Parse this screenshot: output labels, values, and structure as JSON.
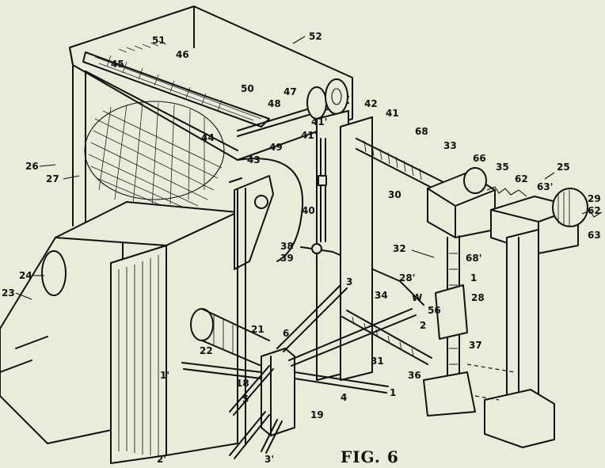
{
  "figure_label": "FIG. 6",
  "labels": {
    "l52": "52",
    "l51": "51",
    "l45": "45",
    "l46": "46",
    "l50": "50",
    "l47": "47",
    "l48": "48",
    "l42": "42",
    "l41": "41",
    "l41p": "41'",
    "l41pp": "41'",
    "l44": "44",
    "l49": "49",
    "l43": "43",
    "l68": "68",
    "l33": "33",
    "l66": "66",
    "l35": "35",
    "l62": "62",
    "l25": "25",
    "l63p": "63'",
    "l29": "29",
    "l62b": "62",
    "l63": "63",
    "l30": "30",
    "l26": "26",
    "l27": "27",
    "l40": "40",
    "l38": "38",
    "l39": "39",
    "l32": "32",
    "l68p": "68'",
    "l28p": "28'",
    "l1": "1",
    "l34": "34",
    "lW": "W",
    "l56": "56",
    "l28": "28",
    "l2": "2",
    "l3": "3",
    "l24": "24",
    "l23": "23",
    "l21": "21",
    "l22": "22",
    "l6": "6",
    "l37": "37",
    "l31": "31",
    "l36": "36",
    "l1p": "1'",
    "l18": "18",
    "l4": "4",
    "l1b": "1",
    "l5": "5",
    "l19": "19",
    "l2p": "2'",
    "l3p": "3'"
  }
}
